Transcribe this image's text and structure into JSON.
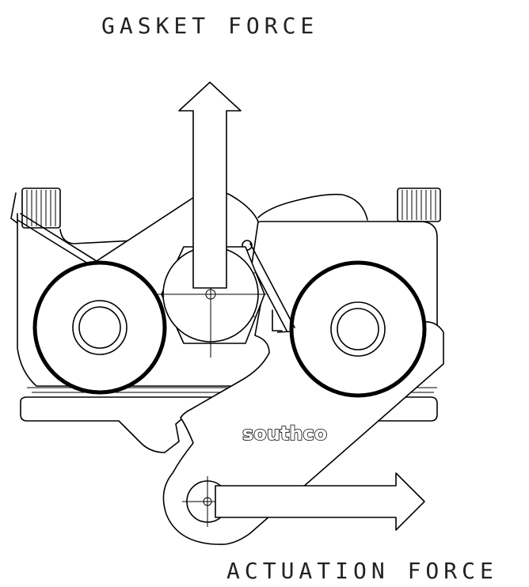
{
  "labels": {
    "gasket_force": "GASKET FORCE",
    "actuation_force": "ACTUATION FORCE",
    "brand": "southco"
  },
  "colors": {
    "line": "#000000",
    "background": "#ffffff",
    "text": "#222222"
  }
}
